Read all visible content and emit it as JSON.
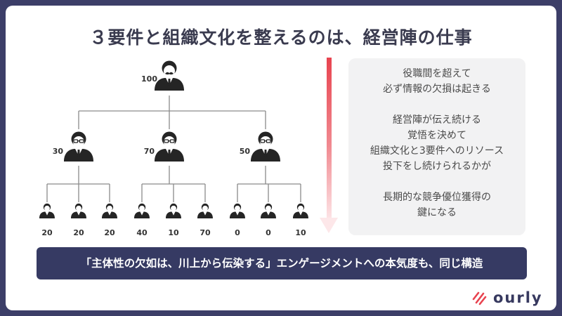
{
  "title": "３要件と組織文化を整えるのは、経営陣の仕事",
  "org_chart": {
    "ceo": {
      "value": "100"
    },
    "managers": [
      {
        "value": "30",
        "staff": [
          "20",
          "20",
          "20"
        ]
      },
      {
        "value": "70",
        "staff": [
          "40",
          "10",
          "70"
        ]
      },
      {
        "value": "50",
        "staff": [
          "0",
          "0",
          "10"
        ]
      }
    ]
  },
  "info": {
    "p1": [
      "役職間を超えて",
      "必ず情報の欠損は起きる"
    ],
    "p2": [
      "経営陣が伝え続ける",
      "覚悟を決めて",
      "組織文化と3要件へのリソース",
      "投下をし続けられるかが"
    ],
    "p3": [
      "長期的な競争優位獲得の",
      "鍵になる"
    ]
  },
  "banner": "「主体性の欠如は、川上から伝染する」エンゲージメントへの本気度も、同じ構造",
  "logo": {
    "text": "ourly"
  },
  "colors": {
    "frame": "#3c3e68",
    "banner": "#363a63",
    "arrow": "#e8434f",
    "figure": "#252525",
    "line": "#8a8a8a"
  }
}
